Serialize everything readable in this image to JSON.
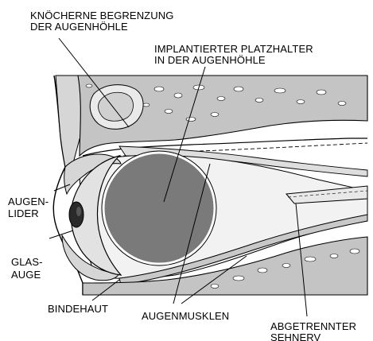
{
  "labels": {
    "orbit_bone_1": "KNÖCHERNE BEGRENZUNG",
    "orbit_bone_2": "DER AUGENHÖHLE",
    "implant_1": "IMPLANTIERTER PLATZHALTER",
    "implant_2": "IN DER AUGENHÖHLE",
    "eyelids_1": "AUGEN-",
    "eyelids_2": "LIDER",
    "glass_eye_1": "GLAS-",
    "glass_eye_2": "AUGE",
    "conjunctiva": "BINDEHAUT",
    "eye_muscles": "AUGENMUSKLEN",
    "optic_nerve_1": "ABGETRENNTER",
    "optic_nerve_2": "SEHNERV"
  },
  "colors": {
    "bone": "#c4c4c4",
    "tissue": "#d6d6d6",
    "implant": "#7a7a7a",
    "iris": "#2a2a2a",
    "ink": "#000000"
  }
}
